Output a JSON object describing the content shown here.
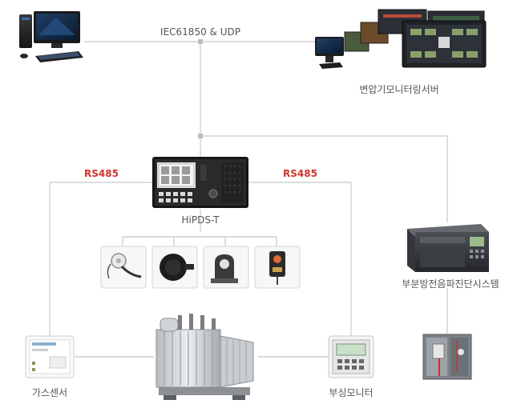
{
  "labels": {
    "protocol_top": "IEC61850 & UDP",
    "transformer_server": "변압기모니터링서버",
    "rs485_left": "RS485",
    "rs485_right": "RS485",
    "hipds": "HiPDS-T",
    "pd_system": "부분방전음파진단시스템",
    "gas_sensor": "가스센서",
    "tap_monitor": "부싱모니터"
  },
  "colors": {
    "line": "#c8c8c8",
    "rs485": "#d0342c",
    "label": "#555555"
  },
  "icons": [
    "desktop-computer-icon",
    "server-screens-icon",
    "hipds-device-icon",
    "temperature-probe-icon",
    "round-sensor-icon",
    "ct-sensor-icon",
    "oil-level-sensor-icon",
    "partial-discharge-rack-icon",
    "gas-sensor-icon",
    "power-transformer-icon",
    "tap-monitor-icon",
    "acoustic-sensor-photo-icon"
  ]
}
